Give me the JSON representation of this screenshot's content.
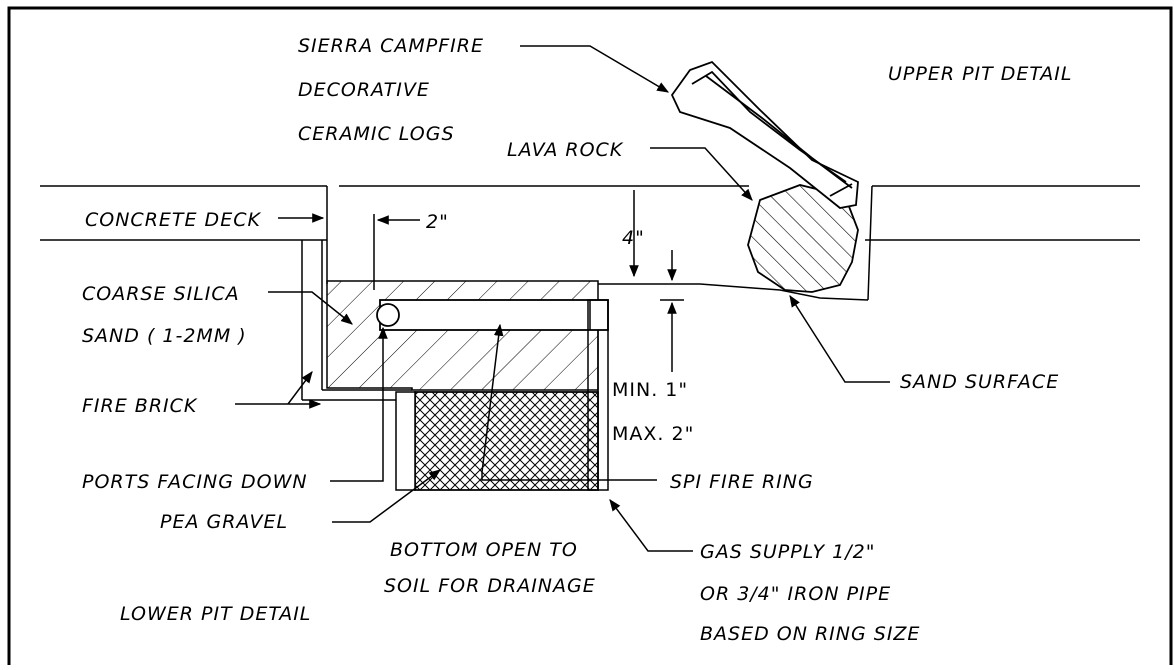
{
  "labels": {
    "sierra_1": "SIERRA CAMPFIRE",
    "sierra_2": "DECORATIVE",
    "sierra_3": "CERAMIC LOGS",
    "upper_pit": "UPPER PIT DETAIL",
    "lava_rock": "LAVA ROCK",
    "concrete_deck": "CONCRETE DECK",
    "dim_2": "2\"",
    "dim_4": "4\"",
    "silica_1": "COARSE SILICA",
    "silica_2": "SAND ( 1-2MM )",
    "fire_brick": "FIRE BRICK",
    "sand_surface": "SAND SURFACE",
    "min": "MIN. 1\"",
    "max": "MAX. 2\"",
    "ports": "PORTS FACING DOWN",
    "spi_ring": "SPI FIRE RING",
    "pea_gravel": "PEA GRAVEL",
    "bottom_1": "BOTTOM OPEN TO",
    "bottom_2": "SOIL FOR DRAINAGE",
    "gas_1": "GAS SUPPLY 1/2\"",
    "gas_2": "OR 3/4\" IRON PIPE",
    "gas_3": "BASED ON RING SIZE",
    "lower_pit": "LOWER PIT DETAIL"
  },
  "colors": {
    "line": "#000000",
    "background": "#ffffff"
  }
}
